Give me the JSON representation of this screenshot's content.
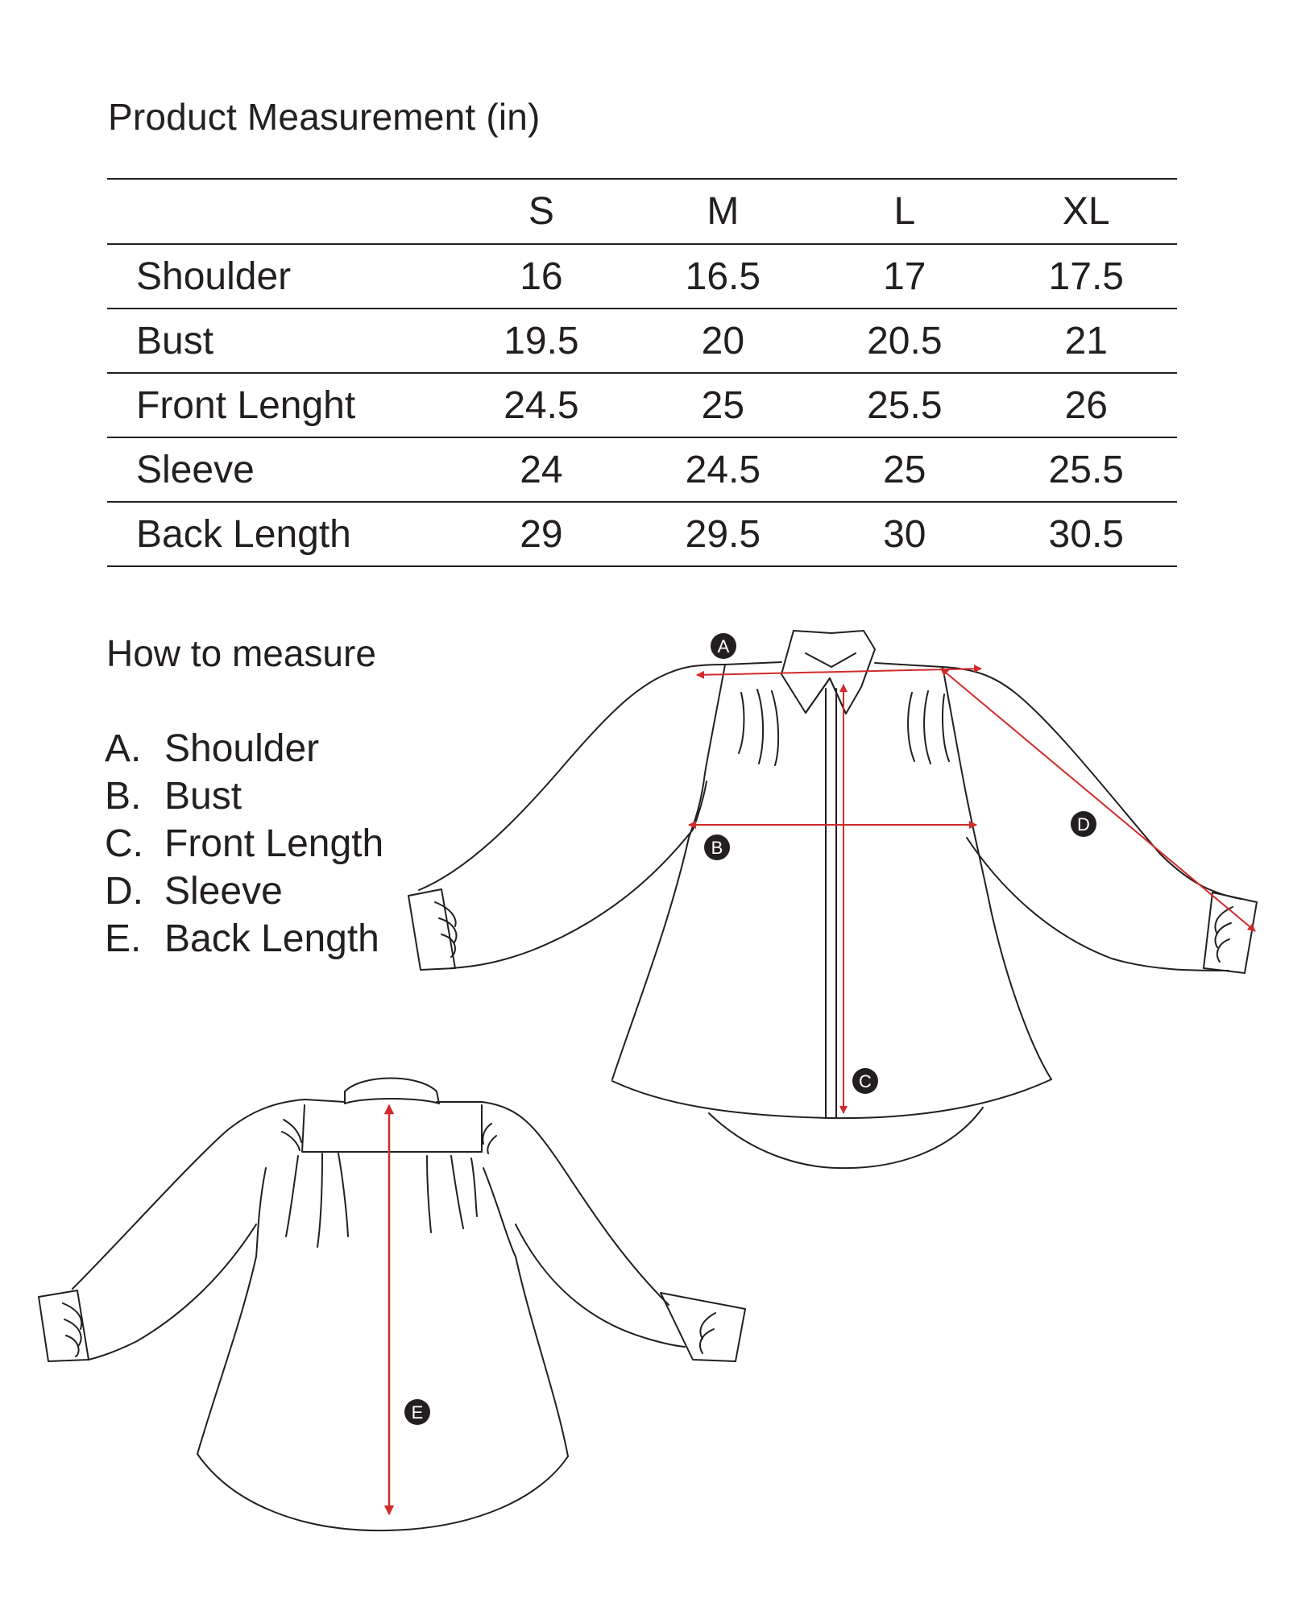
{
  "title": "Product Measurement (in)",
  "table": {
    "sizes": [
      "S",
      "M",
      "L",
      "XL"
    ],
    "rows": [
      {
        "label": "Shoulder",
        "values": [
          "16",
          "16.5",
          "17",
          "17.5"
        ]
      },
      {
        "label": "Bust",
        "values": [
          "19.5",
          "20",
          "20.5",
          "21"
        ]
      },
      {
        "label": "Front Lenght",
        "values": [
          "24.5",
          "25",
          "25.5",
          "26"
        ]
      },
      {
        "label": "Sleeve",
        "values": [
          "24",
          "24.5",
          "25",
          "25.5"
        ]
      },
      {
        "label": "Back Length",
        "values": [
          "29",
          "29.5",
          "30",
          "30.5"
        ]
      }
    ]
  },
  "howto": {
    "heading": "How to measure",
    "steps": [
      {
        "key": "A.",
        "label": "Shoulder"
      },
      {
        "key": "B.",
        "label": "Bust"
      },
      {
        "key": "C.",
        "label": "Front Length"
      },
      {
        "key": "D.",
        "label": "Sleeve"
      },
      {
        "key": "E.",
        "label": "Back Length"
      }
    ]
  },
  "markers": {
    "a": "A",
    "b": "B",
    "c": "C",
    "d": "D",
    "e": "E"
  },
  "colors": {
    "line": "#231f20",
    "measure": "#d12b2b",
    "marker": "#231f20"
  }
}
